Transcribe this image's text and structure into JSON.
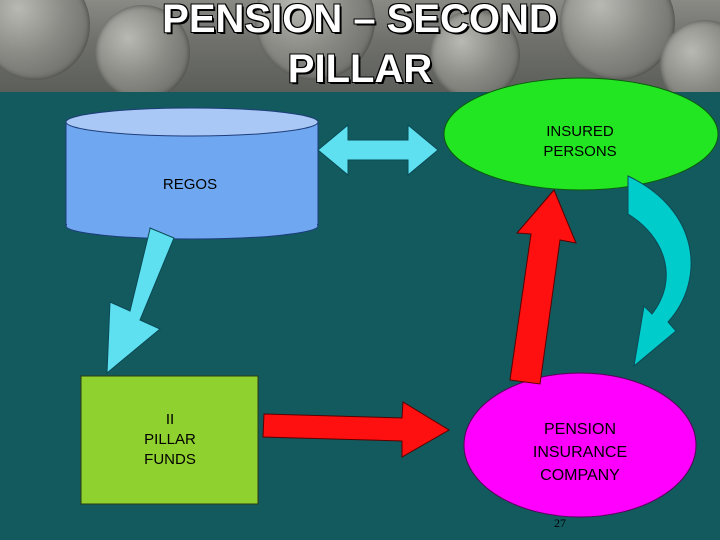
{
  "title": {
    "line1": "PENSION – SECOND",
    "line2": "PILLAR"
  },
  "nodes": {
    "regos": {
      "label": "REGOS",
      "color": "#6fa8f0"
    },
    "insured_persons": {
      "line1": "INSURED",
      "line2": "PERSONS",
      "color": "#22e622"
    },
    "pillar_funds": {
      "line1": "II",
      "line2": "PILLAR",
      "line3": "FUNDS",
      "color": "#8fd12f"
    },
    "pension_company": {
      "line1": "PENSION",
      "line2": "INSURANCE",
      "line3": "COMPANY",
      "color": "#ff00ff"
    }
  },
  "page_number": "27",
  "colors": {
    "background": "#125a5e",
    "arrow_cyan": "#5ee0f0",
    "arrow_red": "#ff1010",
    "arrow_teal": "#00cccc"
  }
}
